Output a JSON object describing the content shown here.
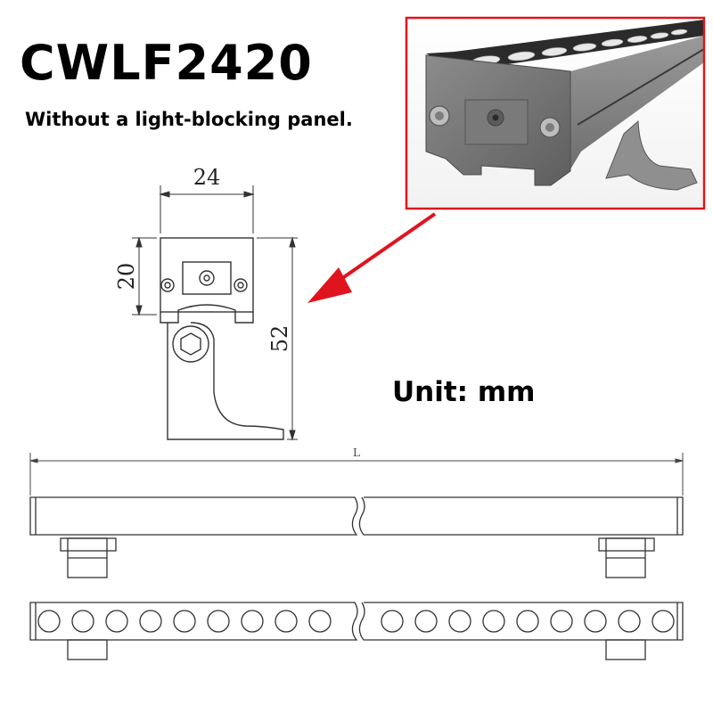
{
  "product": {
    "model": "CWLF2420",
    "description": "Without a light-blocking panel."
  },
  "dimensions": {
    "width": "24",
    "height_body": "20",
    "height_total": "52",
    "length": "L"
  },
  "unit_label": "Unit: mm",
  "colors": {
    "highlight_border": "#e0141e",
    "arrow": "#e0141e",
    "line": "#333333"
  }
}
